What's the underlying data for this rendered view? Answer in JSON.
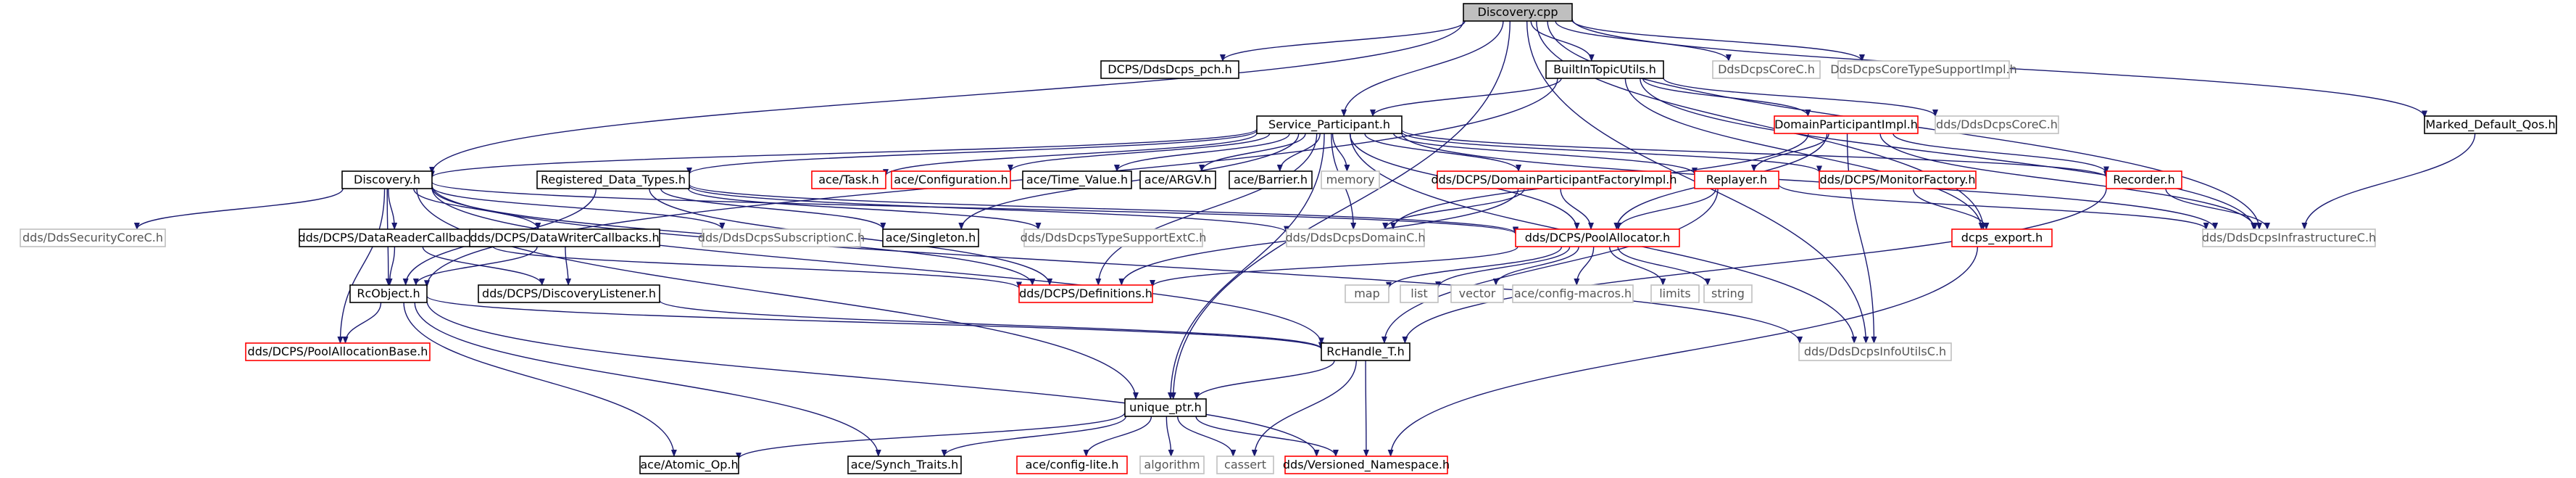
{
  "colors": {
    "edge": "#191970",
    "node_border_default": "#000000",
    "node_border_truncated": "#ff0000",
    "node_border_external": "#bfbfbf",
    "node_fill_root": "#bfbfbf",
    "text_default": "#000000",
    "text_external": "#555555"
  },
  "nodes": [
    {
      "id": "discovery_cpp",
      "label": "Discovery.cpp",
      "style": "root"
    },
    {
      "id": "ddsdcps_pch",
      "label": "DCPS/DdsDcps_pch.h",
      "style": "normal"
    },
    {
      "id": "builtintopicutils",
      "label": "BuiltInTopicUtils.h",
      "style": "normal"
    },
    {
      "id": "ddsdcpscorec_top",
      "label": "DdsDcpsCoreC.h",
      "style": "external"
    },
    {
      "id": "ddsdcpscoretypesupportimpl",
      "label": "DdsDcpsCoreTypeSupportImpl.h",
      "style": "external"
    },
    {
      "id": "service_participant",
      "label": "Service_Participant.h",
      "style": "normal"
    },
    {
      "id": "domainparticipantimpl",
      "label": "DomainParticipantImpl.h",
      "style": "truncated"
    },
    {
      "id": "dds_ddsdcpscorec",
      "label": "dds/DdsDcpsCoreC.h",
      "style": "external"
    },
    {
      "id": "marked_default_qos",
      "label": "Marked_Default_Qos.h",
      "style": "normal"
    },
    {
      "id": "discovery_h",
      "label": "Discovery.h",
      "style": "normal"
    },
    {
      "id": "registered_data_types",
      "label": "Registered_Data_Types.h",
      "style": "normal"
    },
    {
      "id": "ace_task",
      "label": "ace/Task.h",
      "style": "truncated"
    },
    {
      "id": "ace_configuration",
      "label": "ace/Configuration.h",
      "style": "truncated"
    },
    {
      "id": "ace_time_value",
      "label": "ace/Time_Value.h",
      "style": "normal"
    },
    {
      "id": "ace_argv",
      "label": "ace/ARGV.h",
      "style": "normal"
    },
    {
      "id": "ace_barrier",
      "label": "ace/Barrier.h",
      "style": "normal"
    },
    {
      "id": "memory",
      "label": "memory",
      "style": "external"
    },
    {
      "id": "domainparticipantfactoryimpl",
      "label": "dds/DCPS/DomainParticipantFactoryImpl.h",
      "style": "truncated"
    },
    {
      "id": "replayer",
      "label": "Replayer.h",
      "style": "truncated"
    },
    {
      "id": "monitorfactory",
      "label": "dds/DCPS/MonitorFactory.h",
      "style": "truncated"
    },
    {
      "id": "recorder",
      "label": "Recorder.h",
      "style": "truncated"
    },
    {
      "id": "ddssecuritycorec",
      "label": "dds/DdsSecurityCoreC.h",
      "style": "external"
    },
    {
      "id": "datareadercallbacks",
      "label": "dds/DCPS/DataReaderCallbacks.h",
      "style": "normal"
    },
    {
      "id": "datawritercallbacks",
      "label": "dds/DCPS/DataWriterCallbacks.h",
      "style": "normal"
    },
    {
      "id": "ddsdcpssubscriptionc",
      "label": "dds/DdsDcpsSubscriptionC.h",
      "style": "external"
    },
    {
      "id": "ace_singleton",
      "label": "ace/Singleton.h",
      "style": "normal"
    },
    {
      "id": "ddsdcpstypesupportextc",
      "label": "dds/DdsDcpsTypeSupportExtC.h",
      "style": "external"
    },
    {
      "id": "ddsdcpsdomainc",
      "label": "dds/DdsDcpsDomainC.h",
      "style": "external"
    },
    {
      "id": "poolallocator",
      "label": "dds/DCPS/PoolAllocator.h",
      "style": "truncated"
    },
    {
      "id": "dcps_export",
      "label": "dcps_export.h",
      "style": "truncated"
    },
    {
      "id": "ddsdcpsinfrastructurec",
      "label": "dds/DdsDcpsInfrastructureC.h",
      "style": "external"
    },
    {
      "id": "rcobject",
      "label": "RcObject.h",
      "style": "normal"
    },
    {
      "id": "discoverylistener",
      "label": "dds/DCPS/DiscoveryListener.h",
      "style": "normal"
    },
    {
      "id": "definitions",
      "label": "dds/DCPS/Definitions.h",
      "style": "truncated"
    },
    {
      "id": "map",
      "label": "map",
      "style": "external"
    },
    {
      "id": "list",
      "label": "list",
      "style": "external"
    },
    {
      "id": "vector",
      "label": "vector",
      "style": "external"
    },
    {
      "id": "ace_config_macros",
      "label": "ace/config-macros.h",
      "style": "external"
    },
    {
      "id": "limits",
      "label": "limits",
      "style": "external"
    },
    {
      "id": "string",
      "label": "string",
      "style": "external"
    },
    {
      "id": "poolallocationbase",
      "label": "dds/DCPS/PoolAllocationBase.h",
      "style": "truncated"
    },
    {
      "id": "rchandle_t",
      "label": "RcHandle_T.h",
      "style": "normal"
    },
    {
      "id": "ddsdcpsinfoutilsc",
      "label": "dds/DdsDcpsInfoUtilsC.h",
      "style": "external"
    },
    {
      "id": "unique_ptr",
      "label": "unique_ptr.h",
      "style": "normal"
    },
    {
      "id": "ace_atomic_op",
      "label": "ace/Atomic_Op.h",
      "style": "normal"
    },
    {
      "id": "ace_synch_traits",
      "label": "ace/Synch_Traits.h",
      "style": "normal"
    },
    {
      "id": "ace_config_lite",
      "label": "ace/config-lite.h",
      "style": "truncated"
    },
    {
      "id": "algorithm",
      "label": "algorithm",
      "style": "external"
    },
    {
      "id": "cassert",
      "label": "cassert",
      "style": "external"
    },
    {
      "id": "versioned_namespace",
      "label": "dds/Versioned_Namespace.h",
      "style": "truncated"
    }
  ],
  "edges": [
    [
      "discovery_cpp",
      "ddsdcps_pch"
    ],
    [
      "discovery_cpp",
      "builtintopicutils"
    ],
    [
      "discovery_cpp",
      "ddsdcpscorec_top"
    ],
    [
      "discovery_cpp",
      "ddsdcpscoretypesupportimpl"
    ],
    [
      "discovery_cpp",
      "service_participant"
    ],
    [
      "discovery_cpp",
      "discovery_h"
    ],
    [
      "discovery_cpp",
      "marked_default_qos"
    ],
    [
      "discovery_cpp",
      "unique_ptr"
    ],
    [
      "discovery_cpp",
      "dcps_export"
    ],
    [
      "discovery_cpp",
      "ddsdcpsinfoutilsc"
    ],
    [
      "discovery_cpp",
      "ddsdcpsinfrastructurec"
    ],
    [
      "builtintopicutils",
      "service_participant"
    ],
    [
      "builtintopicutils",
      "domainparticipantimpl"
    ],
    [
      "builtintopicutils",
      "dds_ddsdcpscorec"
    ],
    [
      "builtintopicutils",
      "ddsdcpsinfrastructurec"
    ],
    [
      "builtintopicutils",
      "dcps_export"
    ],
    [
      "builtintopicutils",
      "rcobject"
    ],
    [
      "service_participant",
      "discovery_h"
    ],
    [
      "service_participant",
      "registered_data_types"
    ],
    [
      "service_participant",
      "ace_task"
    ],
    [
      "service_participant",
      "ace_configuration"
    ],
    [
      "service_participant",
      "ace_time_value"
    ],
    [
      "service_participant",
      "ace_argv"
    ],
    [
      "service_participant",
      "ace_barrier"
    ],
    [
      "service_participant",
      "memory"
    ],
    [
      "service_participant",
      "domainparticipantfactoryimpl"
    ],
    [
      "service_participant",
      "replayer"
    ],
    [
      "service_participant",
      "monitorfactory"
    ],
    [
      "service_participant",
      "recorder"
    ],
    [
      "service_participant",
      "poolallocator"
    ],
    [
      "service_participant",
      "ddsdcpsdomainc"
    ],
    [
      "service_participant",
      "ddsdcpsinfrastructurec"
    ],
    [
      "service_participant",
      "ddsdcpsinfoutilsc"
    ],
    [
      "service_participant",
      "definitions"
    ],
    [
      "service_participant",
      "ace_singleton"
    ],
    [
      "service_participant",
      "unique_ptr"
    ],
    [
      "domainparticipantimpl",
      "replayer"
    ],
    [
      "domainparticipantimpl",
      "recorder"
    ],
    [
      "domainparticipantimpl",
      "poolallocator"
    ],
    [
      "domainparticipantimpl",
      "ddsdcpsdomainc"
    ],
    [
      "domainparticipantimpl",
      "ddsdcpsinfrastructurec"
    ],
    [
      "domainparticipantimpl",
      "ddsdcpsinfoutilsc"
    ],
    [
      "marked_default_qos",
      "ddsdcpsinfrastructurec"
    ],
    [
      "discovery_h",
      "ddssecuritycorec"
    ],
    [
      "discovery_h",
      "datareadercallbacks"
    ],
    [
      "discovery_h",
      "datawritercallbacks"
    ],
    [
      "discovery_h",
      "ddsdcpssubscriptionc"
    ],
    [
      "discovery_h",
      "rcobject"
    ],
    [
      "discovery_h",
      "poolallocationbase"
    ],
    [
      "discovery_h",
      "rchandle_t"
    ],
    [
      "discovery_h",
      "unique_ptr"
    ],
    [
      "discovery_h",
      "poolallocator"
    ],
    [
      "discovery_h",
      "definitions"
    ],
    [
      "discovery_h",
      "ddsdcpsinfoutilsc"
    ],
    [
      "registered_data_types",
      "ace_singleton"
    ],
    [
      "registered_data_types",
      "ddsdcpstypesupportextc"
    ],
    [
      "registered_data_types",
      "ddsdcpsdomainc"
    ],
    [
      "registered_data_types",
      "poolallocator"
    ],
    [
      "registered_data_types",
      "definitions"
    ],
    [
      "registered_data_types",
      "rcobject"
    ],
    [
      "domainparticipantfactoryimpl",
      "poolallocator"
    ],
    [
      "domainparticipantfactoryimpl",
      "ddsdcpsdomainc"
    ],
    [
      "domainparticipantfactoryimpl",
      "definitions"
    ],
    [
      "replayer",
      "poolallocator"
    ],
    [
      "replayer",
      "rchandle_t"
    ],
    [
      "replayer",
      "ddsdcpsinfrastructurec"
    ],
    [
      "monitorfactory",
      "dcps_export"
    ],
    [
      "recorder",
      "ddsdcpsinfrastructurec"
    ],
    [
      "recorder",
      "rchandle_t"
    ],
    [
      "datareadercallbacks",
      "rcobject"
    ],
    [
      "datareadercallbacks",
      "discoverylistener"
    ],
    [
      "datareadercallbacks",
      "definitions"
    ],
    [
      "datawritercallbacks",
      "rcobject"
    ],
    [
      "datawritercallbacks",
      "discoverylistener"
    ],
    [
      "poolallocator",
      "map"
    ],
    [
      "poolallocator",
      "list"
    ],
    [
      "poolallocator",
      "vector"
    ],
    [
      "poolallocator",
      "ace_config_macros"
    ],
    [
      "poolallocator",
      "limits"
    ],
    [
      "poolallocator",
      "string"
    ],
    [
      "poolallocator",
      "definitions"
    ],
    [
      "dcps_export",
      "versioned_namespace"
    ],
    [
      "rcobject",
      "poolallocationbase"
    ],
    [
      "rcobject",
      "rchandle_t"
    ],
    [
      "rcobject",
      "ace_atomic_op"
    ],
    [
      "rcobject",
      "ace_synch_traits"
    ],
    [
      "rcobject",
      "versioned_namespace"
    ],
    [
      "discoverylistener",
      "rchandle_t"
    ],
    [
      "rchandle_t",
      "unique_ptr"
    ],
    [
      "rchandle_t",
      "cassert"
    ],
    [
      "rchandle_t",
      "versioned_namespace"
    ],
    [
      "unique_ptr",
      "ace_atomic_op"
    ],
    [
      "unique_ptr",
      "ace_synch_traits"
    ],
    [
      "unique_ptr",
      "ace_config_lite"
    ],
    [
      "unique_ptr",
      "algorithm"
    ],
    [
      "unique_ptr",
      "cassert"
    ],
    [
      "unique_ptr",
      "versioned_namespace"
    ]
  ]
}
